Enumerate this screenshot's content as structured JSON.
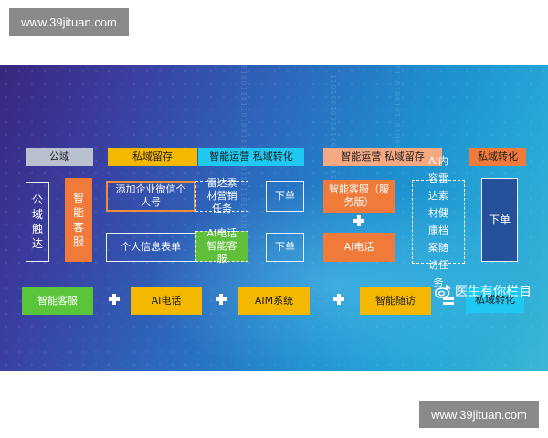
{
  "watermark": {
    "top": "www.39jituan.com",
    "bottom": "www.39jituan.com"
  },
  "diagram": {
    "headers": {
      "public": "公域",
      "private_retention": "私域留存",
      "smart_ops_convert": "智能运营 私域转化",
      "smart_ops_retention": "智能运营 私域留存",
      "private_convert": "私域转化"
    },
    "left_vertical": "公域触达",
    "smart_cs_vertical": "智能客服",
    "add_wechat": "添加企业微信个人号",
    "info_form": "个人信息表单",
    "radar_task": "雷达素材营销任务",
    "ai_call_cs": "AI电话智能客服",
    "order_1": "下单",
    "order_2": "下单",
    "smart_cs_service": "智能客服（服务版）",
    "ai_call": "AI电话",
    "ai_content_list": "AI内容雷达素材健康档案随访任务",
    "final_order": "下单",
    "bottom_row": {
      "smart_cs": "智能客服",
      "ai_call": "AI电话",
      "aim_system": "AIM系统",
      "smart_followup": "智能随访",
      "private_convert": "私域转化"
    },
    "brand": "医生有你栏目"
  },
  "colors": {
    "grey_header": "#b9c0cf",
    "yellow": "#f5b800",
    "cyan": "#1ec8f0",
    "salmon": "#f4a983",
    "orange": "#f07a3a",
    "green": "#5ac43a",
    "navy": "#27509a"
  }
}
